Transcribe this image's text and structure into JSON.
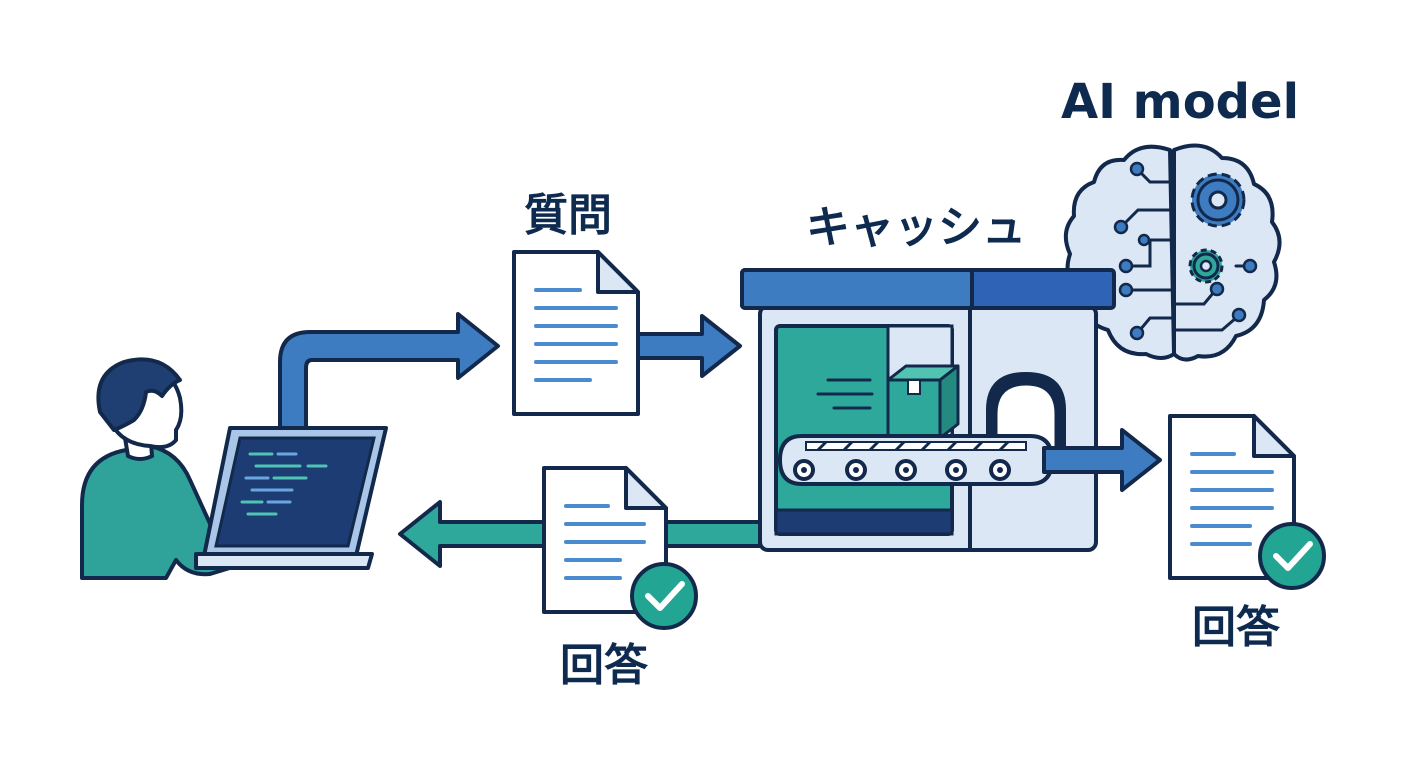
{
  "labels": {
    "question": "質問",
    "cache": "キャッシュ",
    "ai_model": "AI model",
    "answer_left": "回答",
    "answer_right": "回答"
  },
  "colors": {
    "outline": "#13294b",
    "navy_text": "#0f2a4f",
    "blue_arrow": "#3e7cc1",
    "teal_arrow": "#2ea89b",
    "teal_badge": "#22a693",
    "roof_blue": "#2e63b5",
    "light_blue": "#dbe7f5",
    "screen_navy": "#1d3c74",
    "doc_lines": "#4a8bd0",
    "shirt_teal": "#2fa39a",
    "hair_navy": "#1f3f73"
  }
}
